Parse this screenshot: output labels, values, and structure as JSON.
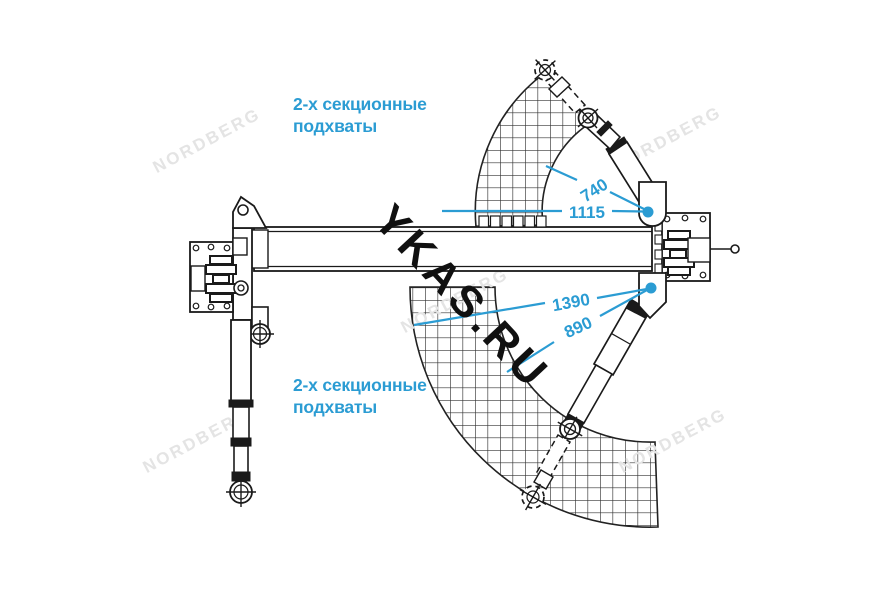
{
  "annotations": {
    "upper_note": {
      "line1": "2-х секционные",
      "line2": "подхваты"
    },
    "lower_note": {
      "line1": "2-х секционные",
      "line2": "подхваты"
    }
  },
  "dimensions": {
    "upper_inner": "740",
    "upper_outer": "1115",
    "lower_outer": "1390",
    "lower_inner": "890"
  },
  "watermarks": {
    "brand": "NORDBERG",
    "site": "YKAS.RU"
  },
  "colors": {
    "accent_blue": "#2B9CD3",
    "drawing_line": "#1A1A1A",
    "hatch_line": "#333333",
    "watermark_gray": "#E4E4E4",
    "site_watermark_black": "#101010"
  }
}
